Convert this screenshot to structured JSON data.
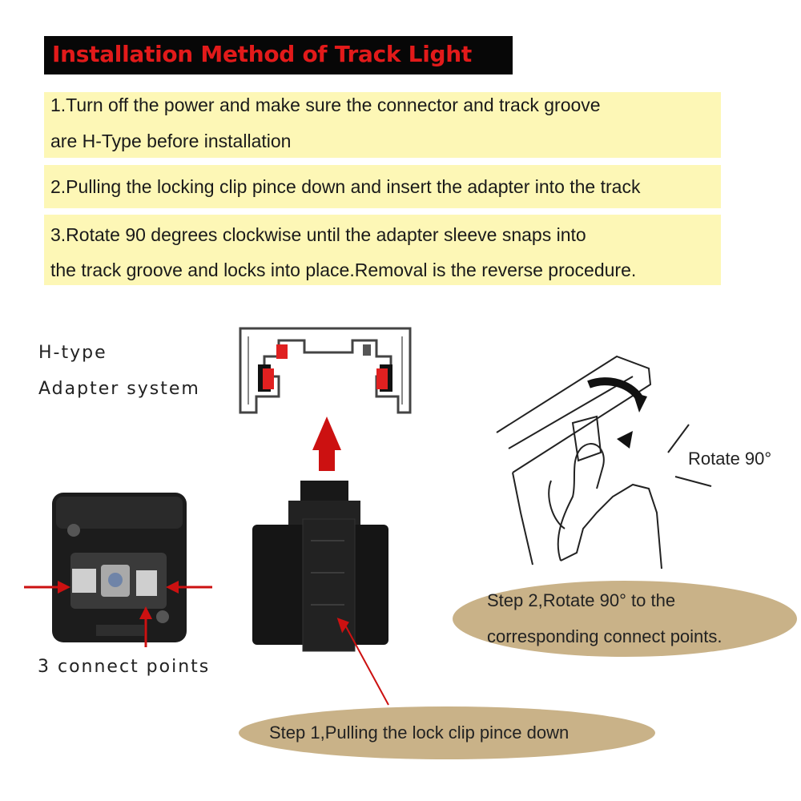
{
  "title": "Installation Method of Track Light",
  "steps": {
    "s1_line1": "1.Turn off the power and make sure the connector and track groove",
    "s1_line2": "are H-Type before installation",
    "s2_line1": "2.Pulling the locking clip pince down and insert the adapter into the track",
    "s3_line1": "3.Rotate 90 degrees clockwise until the adapter sleeve snaps into",
    "s3_line2": "the track groove and locks into place.Removal is the reverse procedure."
  },
  "labels": {
    "htype": "H-type",
    "adapter_system": "Adapter system",
    "connect_points": "3 connect points",
    "rotate": "Rotate 90°"
  },
  "callouts": {
    "step2_line1": "Step 2,Rotate 90° to the",
    "step2_line2": "corresponding connect points.",
    "step1": "Step 1,Pulling the lock clip pince down"
  },
  "colors": {
    "title_bg": "#070707",
    "title_text": "#e21a1a",
    "step_bg": "#fdf7b6",
    "callout_bg": "#c9b288",
    "arrow": "#cc1111"
  },
  "icons": [
    "up-arrow-icon",
    "rotate-arrow-icon",
    "pointer-arrow-icon"
  ]
}
